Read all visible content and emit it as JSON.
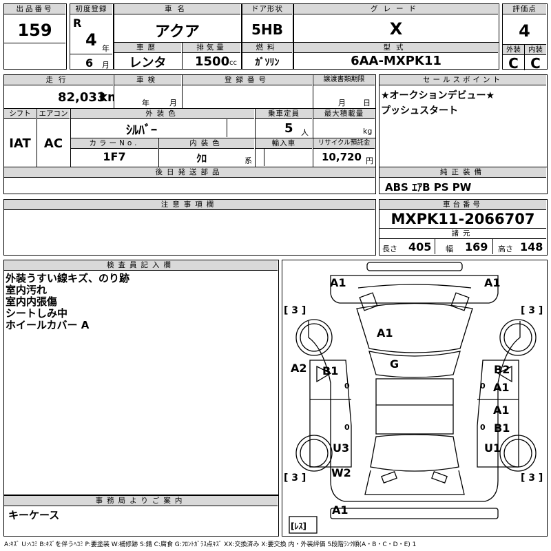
{
  "header": {
    "lot_label": "出品番号",
    "lot_value": "159",
    "first_reg_label": "初度登録",
    "era": "R",
    "year_value": "4",
    "year_unit": "年",
    "month_value": "6",
    "month_unit": "月",
    "car_name_label": "車名",
    "car_name": "アクア",
    "door_label": "ドア形状",
    "door_value": "5HB",
    "grade_label": "グレード",
    "grade_value": "X",
    "score_label": "評価点",
    "score_value": "4",
    "history_label": "車歴",
    "history_value": "レンタ",
    "displacement_label": "排気量",
    "displacement_value": "1500",
    "displacement_unit": "cc",
    "fuel_label": "燃料",
    "fuel_value": "ｶﾞｿﾘﾝ",
    "model_label": "型式",
    "model_value": "6AA-MXPK11",
    "exterior_label": "外装",
    "exterior_value": "C",
    "interior_label": "内装",
    "interior_value": "C"
  },
  "row2": {
    "mileage_label": "走行",
    "mileage_value": "82,033",
    "mileage_unit": "km",
    "inspection_label": "車検",
    "insp_year_unit": "年",
    "insp_month_unit": "月",
    "reg_no_label": "登録番号",
    "transfer_label": "譲渡書類期限",
    "transfer_month_unit": "月",
    "transfer_day_unit": "日",
    "shift_label": "シフト",
    "shift_value": "IAT",
    "ac_label": "エアコン",
    "ac_value": "AC",
    "ext_color_label": "外装色",
    "ext_color_value": "ｼﾙﾊﾞｰ",
    "seats_label": "乗車定員",
    "seats_value": "5",
    "seats_unit": "人",
    "load_label": "最大積載量",
    "load_unit": "kg",
    "color_no_label": "カラーNo.",
    "color_no_value": "1F7",
    "int_color_label": "内装色",
    "int_color_value": "ｸﾛ",
    "int_color_unit": "系",
    "import_label": "輸入車",
    "recycle_label": "リサイクル預託金",
    "recycle_value": "10,720",
    "recycle_unit": "円",
    "later_parts_label": "後日発送部品"
  },
  "sales": {
    "label": "セールスポイント",
    "lines": [
      "★オークションデビュー★",
      "プッシュスタート"
    ]
  },
  "equipment": {
    "label": "純正装備",
    "value": "ABS ｴｱB PS PW"
  },
  "notes": {
    "label": "注意事項欄"
  },
  "chassis": {
    "label": "車台番号",
    "value": "MXPK11-2066707",
    "spec_label": "諸元",
    "length_label": "長さ",
    "length_value": "405",
    "width_label": "幅",
    "width_value": "169",
    "height_label": "高さ",
    "height_value": "148"
  },
  "inspector": {
    "label": "検査員記入欄",
    "lines": [
      "外装うすい線キズ、のり跡",
      "室内汚れ",
      "室内内張傷",
      "シートしみ中",
      "ホイールカバー A"
    ]
  },
  "office": {
    "label": "事務局よりご案内",
    "value": "キーケース"
  },
  "diagram": {
    "marks": {
      "a1_front_left": "A1",
      "a1_front_right": "A1",
      "tread_fl": "[ 3 ]",
      "tread_fr": "[ 3 ]",
      "a1_hood": "A1",
      "g_windshield": "G",
      "a2_left": "A2",
      "b1_left_door": "B1",
      "b2_right": "B2",
      "a1_right_front_door": "A1",
      "a1_right_rear_door": "A1",
      "b1_right": "B1",
      "u3_left": "U3",
      "w2_left": "W2",
      "u1_right": "U1",
      "tread_rl": "[ 3 ]",
      "tread_rr": "[ 3 ]",
      "a1_rear": "A1",
      "spare_tire": "[ﾚｽ]",
      "zero_1": "0",
      "zero_2": "0",
      "zero_3": "0",
      "zero_4": "0"
    }
  },
  "legend": "A:ｷｽﾞ U:ﾍｺﾐ B:ｷｽﾞを伴うﾍｺﾐ P:要塗装 W:補修跡 S:錆 C:腐食 G:ﾌﾛﾝﾄｶﾞﾗｽ点ｷｽﾞ XX:交換済み X:要交換 内・外装評価 5段階ﾗﾝｸ順(A・B・C・D・E) 1"
}
